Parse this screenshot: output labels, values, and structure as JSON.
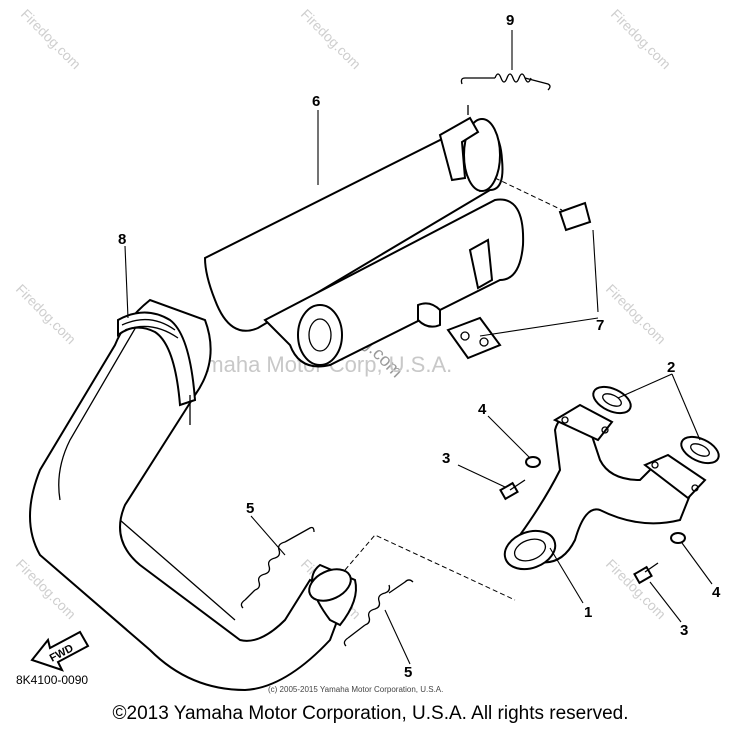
{
  "diagram": {
    "callouts": {
      "c1": "1",
      "c2": "2",
      "c3a": "3",
      "c3b": "3",
      "c4a": "4",
      "c4b": "4",
      "c5a": "5",
      "c5b": "5",
      "c6": "6",
      "c7": "7",
      "c8": "8",
      "c9": "9"
    },
    "fwd_label": "FWD",
    "figure_code": "8K4100-0090",
    "inner_copyright": "(c) 2005-2015 Yamaha Motor Corporation, U.S.A."
  },
  "watermarks": {
    "site": "Firedog.com",
    "center_site": "© Firedog.com",
    "center_owner": "Yamaha Motor Corp, U.S.A."
  },
  "footer": {
    "copyright": "©2013 Yamaha Motor Corporation, U.S.A. All rights reserved."
  }
}
